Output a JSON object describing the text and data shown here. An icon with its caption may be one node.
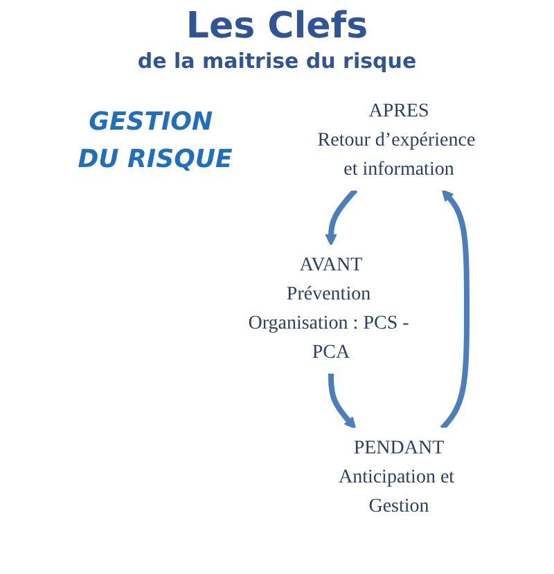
{
  "diagram": {
    "title": "Les Clefs",
    "nodes": [
      {
        "text": [
          "GESTION DU RISQUE"
        ]
      },
      {
        "text": [
          "APRES",
          "Retour d’expérience et information"
        ]
      },
      {
        "text": [
          "AVANT",
          "Prévention Organisation : PCS - PCA"
        ]
      },
      {
        "text": [
          "PENDANT",
          "Anticipation et Gestion"
        ]
      }
    ],
    "edges": [
      {
        "from": 1,
        "to": 2,
        "arrow": "to"
      },
      {
        "from": 2,
        "to": 3,
        "arrow": "to"
      },
      {
        "from": 3,
        "to": 1,
        "arrow": "to"
      }
    ],
    "labels": [
      "de la maitrise du risque"
    ]
  }
}
